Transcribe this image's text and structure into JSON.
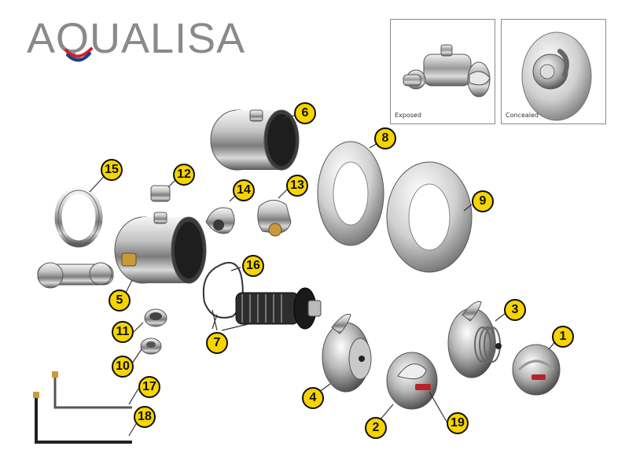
{
  "brand": {
    "name": "AQUALISA",
    "colors": {
      "text": "#8a8a8d",
      "swoosh_blue": "#1f3c8a",
      "swoosh_red": "#d11f2b"
    }
  },
  "insets": [
    {
      "id": "exposed",
      "label": "Exposed"
    },
    {
      "id": "concealed",
      "label": "Concealed"
    }
  ],
  "callouts": [
    "1",
    "2",
    "3",
    "4",
    "5",
    "6",
    "7",
    "8",
    "9",
    "10",
    "11",
    "12",
    "13",
    "14",
    "15",
    "16",
    "17",
    "18",
    "19"
  ],
  "colors": {
    "callout_fill": "#f6d400",
    "callout_border": "#111111",
    "leader": "#333333"
  }
}
